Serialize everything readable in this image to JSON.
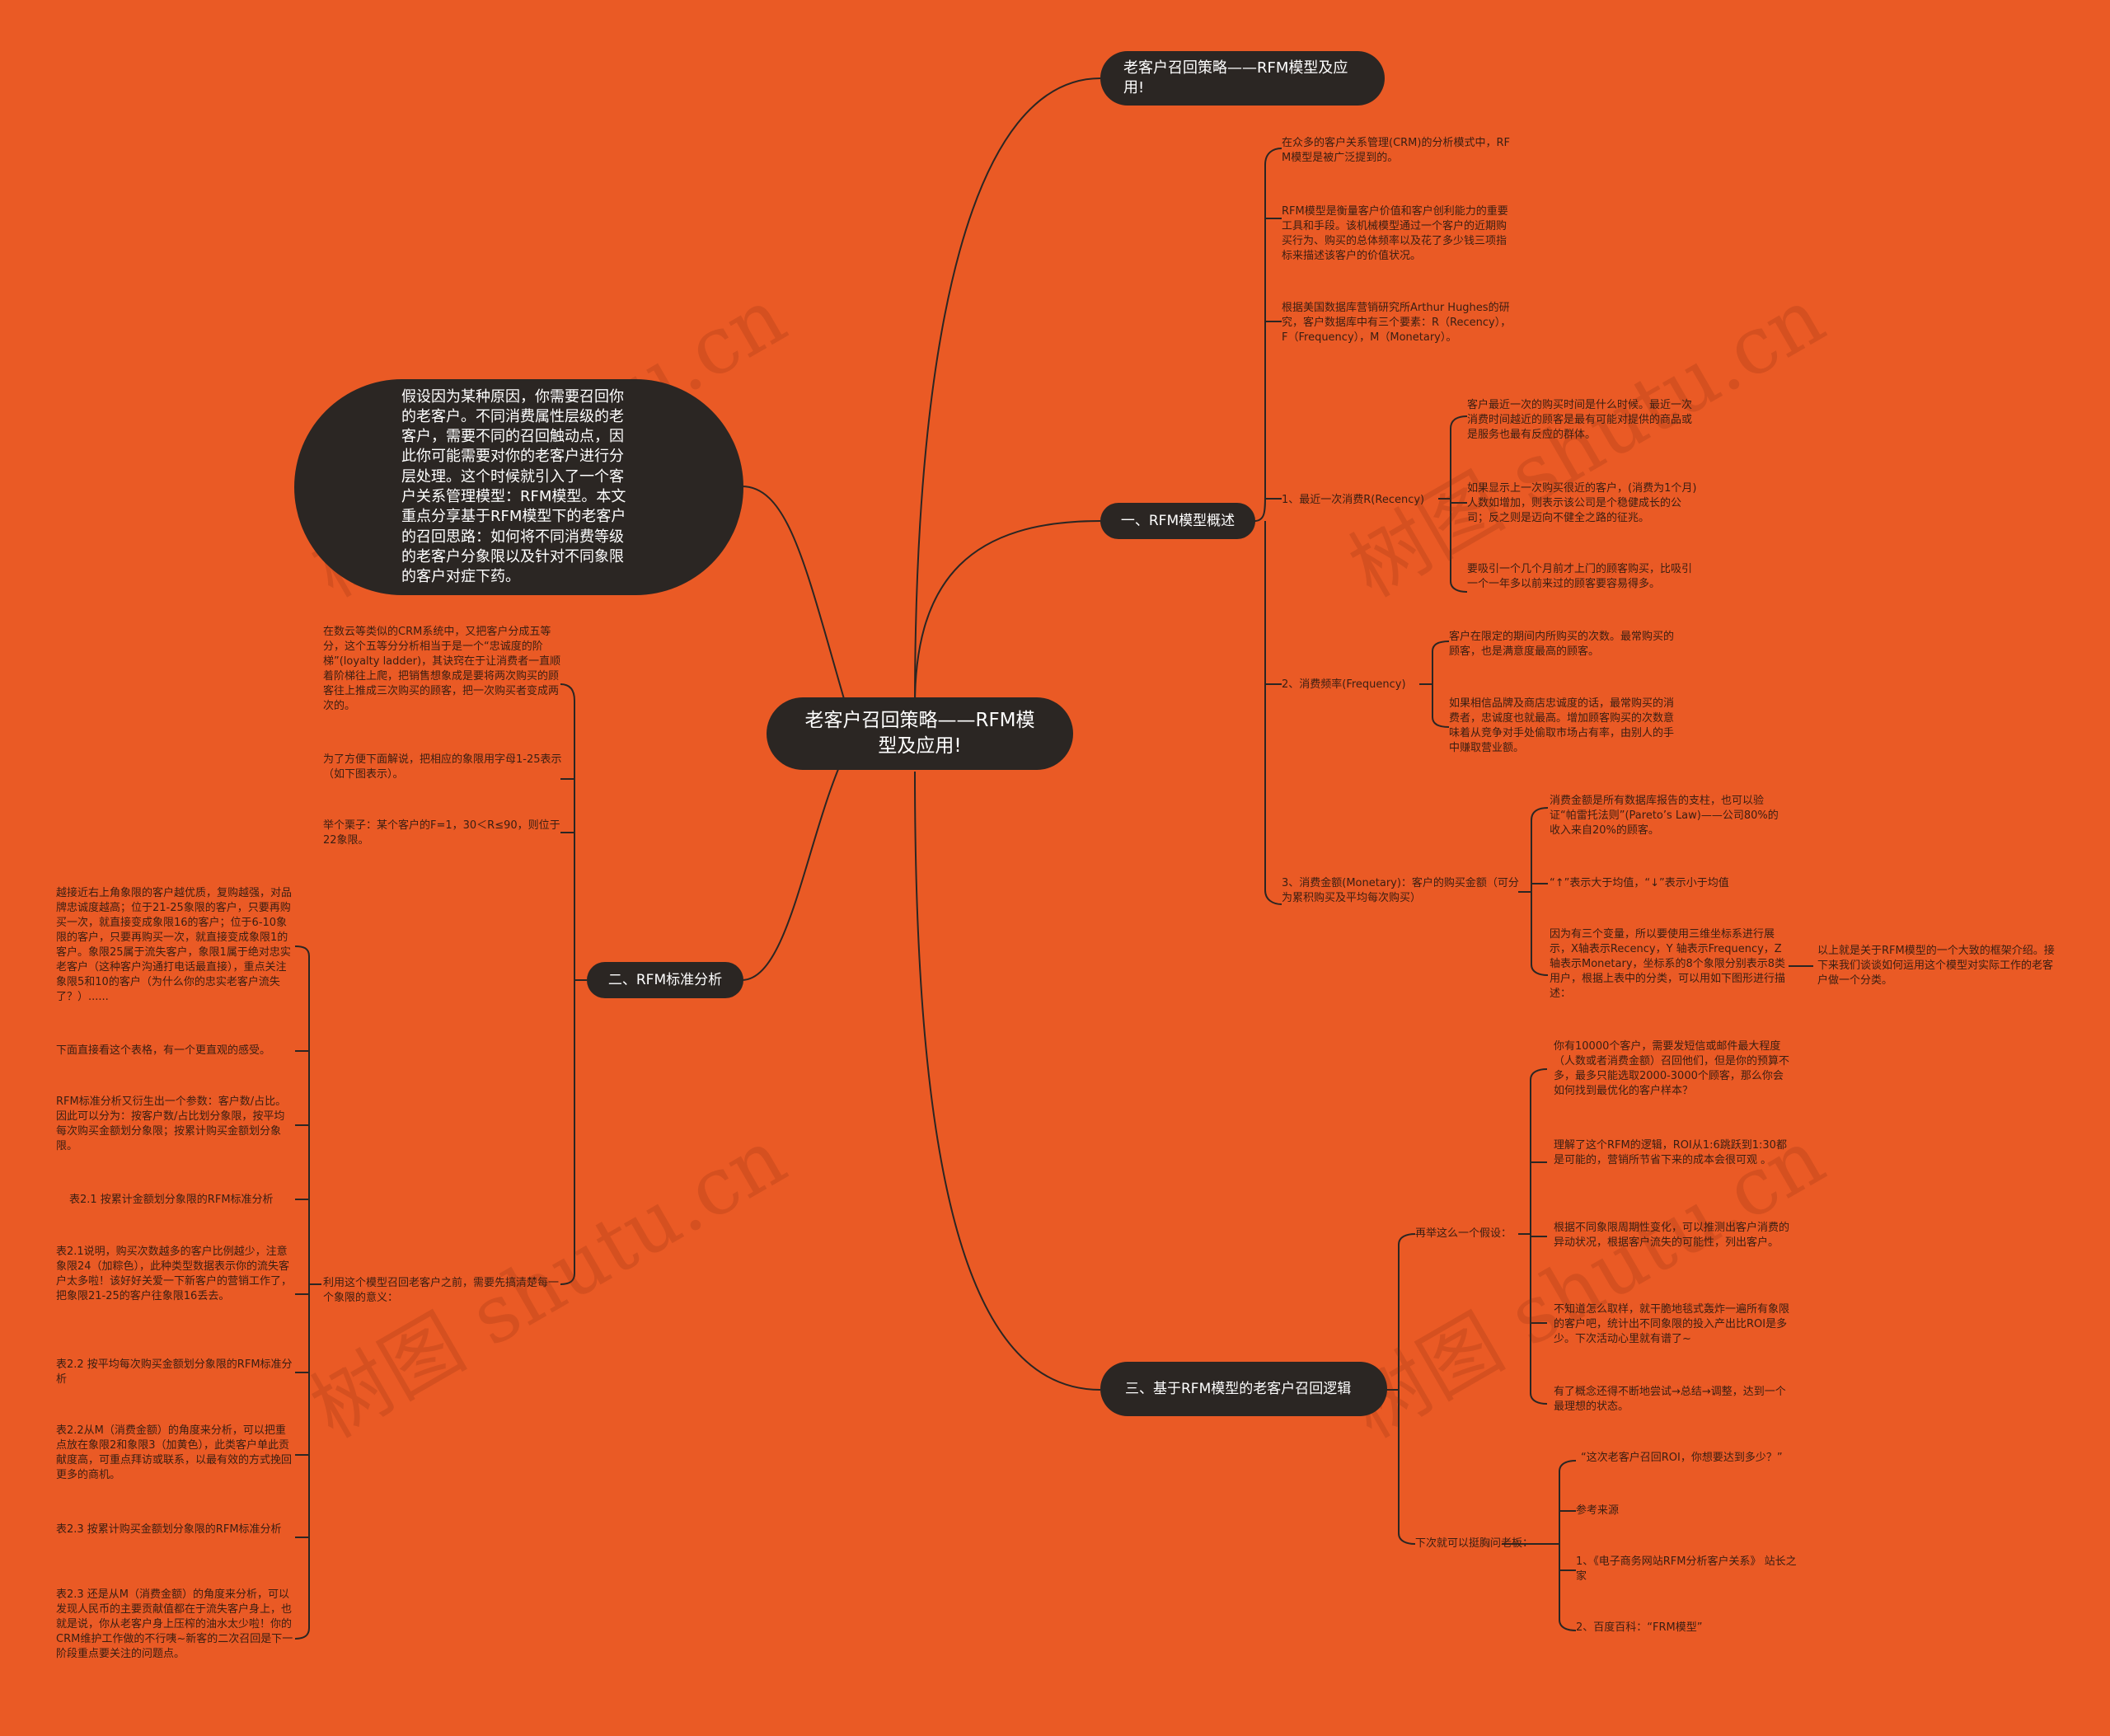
{
  "root": {
    "title": "老客户召回策略——RFM模型及应用!"
  },
  "intro": {
    "text": "假设因为某种原因，你需要召回你的老客户。不同消费属性层级的老客户，需要不同的召回触动点，因此你可能需要对你的老客户进行分层处理。这个时候就引入了一个客户关系管理模型：RFM模型。本文重点分享基于RFM模型下的老客户的召回思路：如何将不同消费等级的老客户分象限以及针对不同象限的客户对症下药。"
  },
  "top_node": {
    "title": "老客户召回策略——RFM模型及应用!"
  },
  "section1": {
    "title": "一、RFM模型概述",
    "items": [
      "在众多的客户关系管理(CRM)的分析模式中，RFM模型是被广泛提到的。",
      "RFM模型是衡量客户价值和客户创利能力的重要工具和手段。该机械模型通过一个客户的近期购买行为、购买的总体频率以及花了多少钱三项指标来描述该客户的价值状况。",
      "根据美国数据库营销研究所Arthur Hughes的研究，客户数据库中有三个要素：R（Recency），F（Frequency），M（Monetary）。"
    ],
    "recency": {
      "label": "1、最近一次消费R(Recency)",
      "items": [
        "客户最近一次的购买时间是什么时候。最近一次消费时间越近的顾客是最有可能对提供的商品或是服务也最有反应的群体。",
        "如果显示上一次购买很近的客户，(消费为1个月)人数如增加，则表示该公司是个稳健成长的公司；反之则是迈向不健全之路的征兆。",
        "要吸引一个几个月前才上门的顾客购买，比吸引一个一年多以前来过的顾客要容易得多。"
      ]
    },
    "frequency": {
      "label": "2、消费频率(Frequency)",
      "items": [
        "客户在限定的期间内所购买的次数。最常购买的顾客，也是满意度最高的顾客。",
        "如果相信品牌及商店忠诚度的话，最常购买的消费者，忠诚度也就最高。增加顾客购买的次数意味着从竞争对手处偷取市场占有率，由别人的手中赚取营业额。"
      ]
    },
    "monetary": {
      "label": "3、消费金额(Monetary)：客户的购买金额（可分为累积购买及平均每次购买）",
      "items": [
        "消费金额是所有数据库报告的支柱，也可以验证“帕雷托法则”(Pareto’s Law)——公司80%的收入来自20%的顾客。",
        "“↑”表示大于均值，“↓”表示小于均值",
        "因为有三个变量，所以要使用三维坐标系进行展示，X轴表示Recency，Y 轴表示Frequency，Z轴表示Monetary，坐标系的8个象限分别表示8类用户，根据上表中的分类，可以用如下图形进行描述："
      ],
      "extra": "以上就是关于RFM模型的一个大致的框架介绍。接下来我们谈谈如何运用这个模型对实际工作的老客户做一个分类。"
    }
  },
  "section2": {
    "title": "二、RFM标准分析",
    "items": [
      "在数云等类似的CRM系统中，又把客户分成五等分，这个五等分分析相当于是一个“忠诚度的阶梯”(loyalty ladder)，其诀窍在于让消费者一直顺着阶梯往上爬，把销售想象成是要将两次购买的顾客往上推成三次购买的顾客，把一次购买者变成两次的。",
      "为了方便下面解说，把相应的象限用字母1-25表示（如下图表示）。",
      "举个栗子：某个客户的F=1，30＜R≤90，则位于22象限。"
    ],
    "sub": {
      "label": "利用这个模型召回老客户之前，需要先搞清楚每一个象限的意义：",
      "items": [
        "越接近右上角象限的客户越优质，复购越强，对品牌忠诚度越高；位于21-25象限的客户，只要再购买一次，就直接变成象限16的客户；位于6-10象限的客户，只要再购买一次，就直接变成象限1的客户。象限25属于流失客户，象限1属于绝对忠实老客户（这种客户沟通打电话最直接），重点关注象限5和10的客户（为什么你的忠实老客户流失了？）......",
        "下面直接看这个表格，有一个更直观的感受。",
        "RFM标准分析又衍生出一个参数：客户数/占比。因此可以分为：按客户数/占比划分象限，按平均每次购买金额划分象限；按累计购买金额划分象限。",
        "表2.1 按累计金额划分象限的RFM标准分析",
        "表2.1说明，购买次数越多的客户比例越少，注意象限24（加粽色），此种类型数据表示你的流失客户太多啦！该好好关爱一下新客户的营销工作了，把象限21-25的客户往象限16丢去。",
        "表2.2 按平均每次购买金额划分象限的RFM标准分析",
        "表2.2从M（消费金额）的角度来分析，可以把重点放在象限2和象限3（加黄色），此类客户单此贡献度高，可重点拜访或联系，以最有效的方式挽回更多的商机。",
        "表2.3 按累计购买金额划分象限的RFM标准分析",
        "表2.3 还是从M（消费金额）的角度来分析，可以发现人民币的主要贡献值都在于流失客户身上，也就是说，你从老客户身上压榨的油水太少啦！你的CRM维护工作做的不行咦~新客的二次召回是下一阶段重点要关注的问题点。"
      ]
    }
  },
  "section3": {
    "title": "三、基于RFM模型的老客户召回逻辑",
    "hypo": {
      "label": "再举这么一个假设：",
      "items": [
        "你有10000个客户，需要发短信或邮件最大程度（人数或者消费金额）召回他们，但是你的预算不多，最多只能选取2000-3000个顾客，那么你会如何找到最优化的客户样本？",
        "理解了这个RFM的逻辑，ROI从1:6跳跃到1:30都是可能的，营销所节省下来的成本会很可观 。",
        "根据不同象限周期性变化，可以推测出客户消费的异动状况，根据客户流失的可能性，列出客户。",
        "不知道怎么取样，就干脆地毯式轰炸一遍所有象限的客户吧，统计出不同象限的投入产出比ROI是多少。下次活动心里就有谱了~",
        "有了概念还得不断地尝试→总结→调整，达到一个最理想的状态。"
      ]
    },
    "ask": {
      "label": "下次就可以挺胸问老板：",
      "items": [
        "“这次老客户召回ROI，你想要达到多少？”",
        "参考来源",
        "1、《电子商务网站RFM分析客户关系》 站长之家",
        "2、百度百科：“FRM模型”"
      ]
    }
  },
  "watermarks": [
    "树图 shutu.cn",
    "树图 shutu.cn",
    "树图 shutu.cn",
    "树图 shutu.cn"
  ],
  "colors": {
    "background": "#ea5a25",
    "node": "#2b2623",
    "line": "#2b2623",
    "leaf_text": "#3a1e12"
  }
}
